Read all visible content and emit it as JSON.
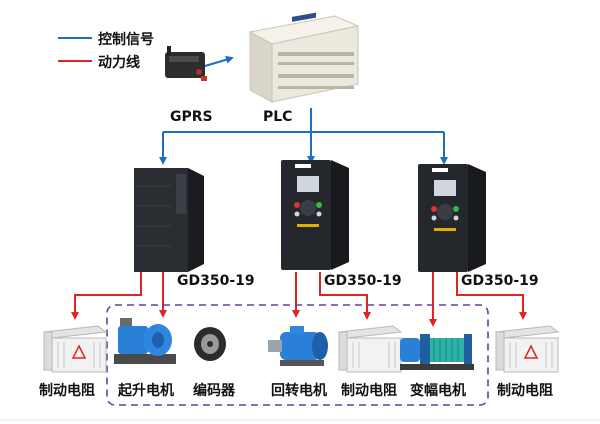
{
  "colors": {
    "control_signal": "#1f6fc0",
    "power_line": "#e02424",
    "group_border": "#6a3fa0",
    "drive_body": "#2b2f33",
    "motor_blue": "#2a7fd6",
    "plc_body": "#ece9df"
  },
  "legend": {
    "control_signal": "控制信号",
    "power_line": "动力线"
  },
  "top": {
    "gprs_label": "GPRS",
    "plc_label": "PLC"
  },
  "drives": [
    {
      "model": "GD350-19",
      "icon": "large-frequency-inverter-icon"
    },
    {
      "model": "GD350-19",
      "icon": "frequency-inverter-icon"
    },
    {
      "model": "GD350-19",
      "icon": "frequency-inverter-icon"
    }
  ],
  "components": {
    "brake_resistor_left": "制动电阻",
    "hoist_motor": "起升电机",
    "encoder": "编码器",
    "slewing_motor": "回转电机",
    "brake_resistor_middle": "制动电阻",
    "luffing_motor": "变幅电机",
    "brake_resistor_right": "制动电阻"
  }
}
